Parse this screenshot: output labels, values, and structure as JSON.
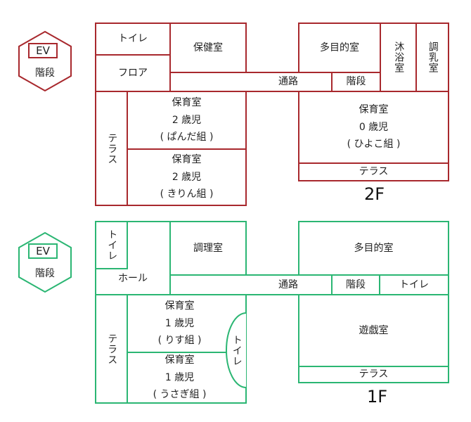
{
  "floor2": {
    "label": "2F",
    "color": "#a8282d",
    "legend": {
      "ev": "EV",
      "stairs": "階段"
    },
    "rooms": {
      "toilet": "トイレ",
      "floor": "フロア",
      "health_room": "保健室",
      "multipurpose": "多目的室",
      "bath": "沐浴室",
      "formula": "調乳室",
      "corridor": "通路",
      "stairs": "階段",
      "terrace_left": "テラス",
      "nursery_panda": "保育室\n2 歳児\n( ぱんだ組 )",
      "nursery_kirin": "保育室\n2 歳児\n( きりん組 )",
      "nursery_hiyoko": "保育室\n0 歳児\n( ひよこ組 )",
      "terrace_bottom": "テラス"
    }
  },
  "floor1": {
    "label": "1F",
    "color": "#2bb673",
    "legend": {
      "ev": "EV",
      "stairs": "階段"
    },
    "rooms": {
      "toilet_top": "トイレ",
      "hall": "ホール",
      "kitchen": "調理室",
      "multipurpose": "多目的室",
      "corridor": "通路",
      "stairs": "階段",
      "toilet_right": "トイレ",
      "terrace_left": "テラス",
      "nursery_risu": "保育室\n1 歳児\n( りす組 )",
      "nursery_usagi": "保育室\n1 歳児\n( うさぎ組 )",
      "toilet_oval": "トイレ",
      "playroom": "遊戯室",
      "terrace_bottom": "テラス"
    }
  }
}
